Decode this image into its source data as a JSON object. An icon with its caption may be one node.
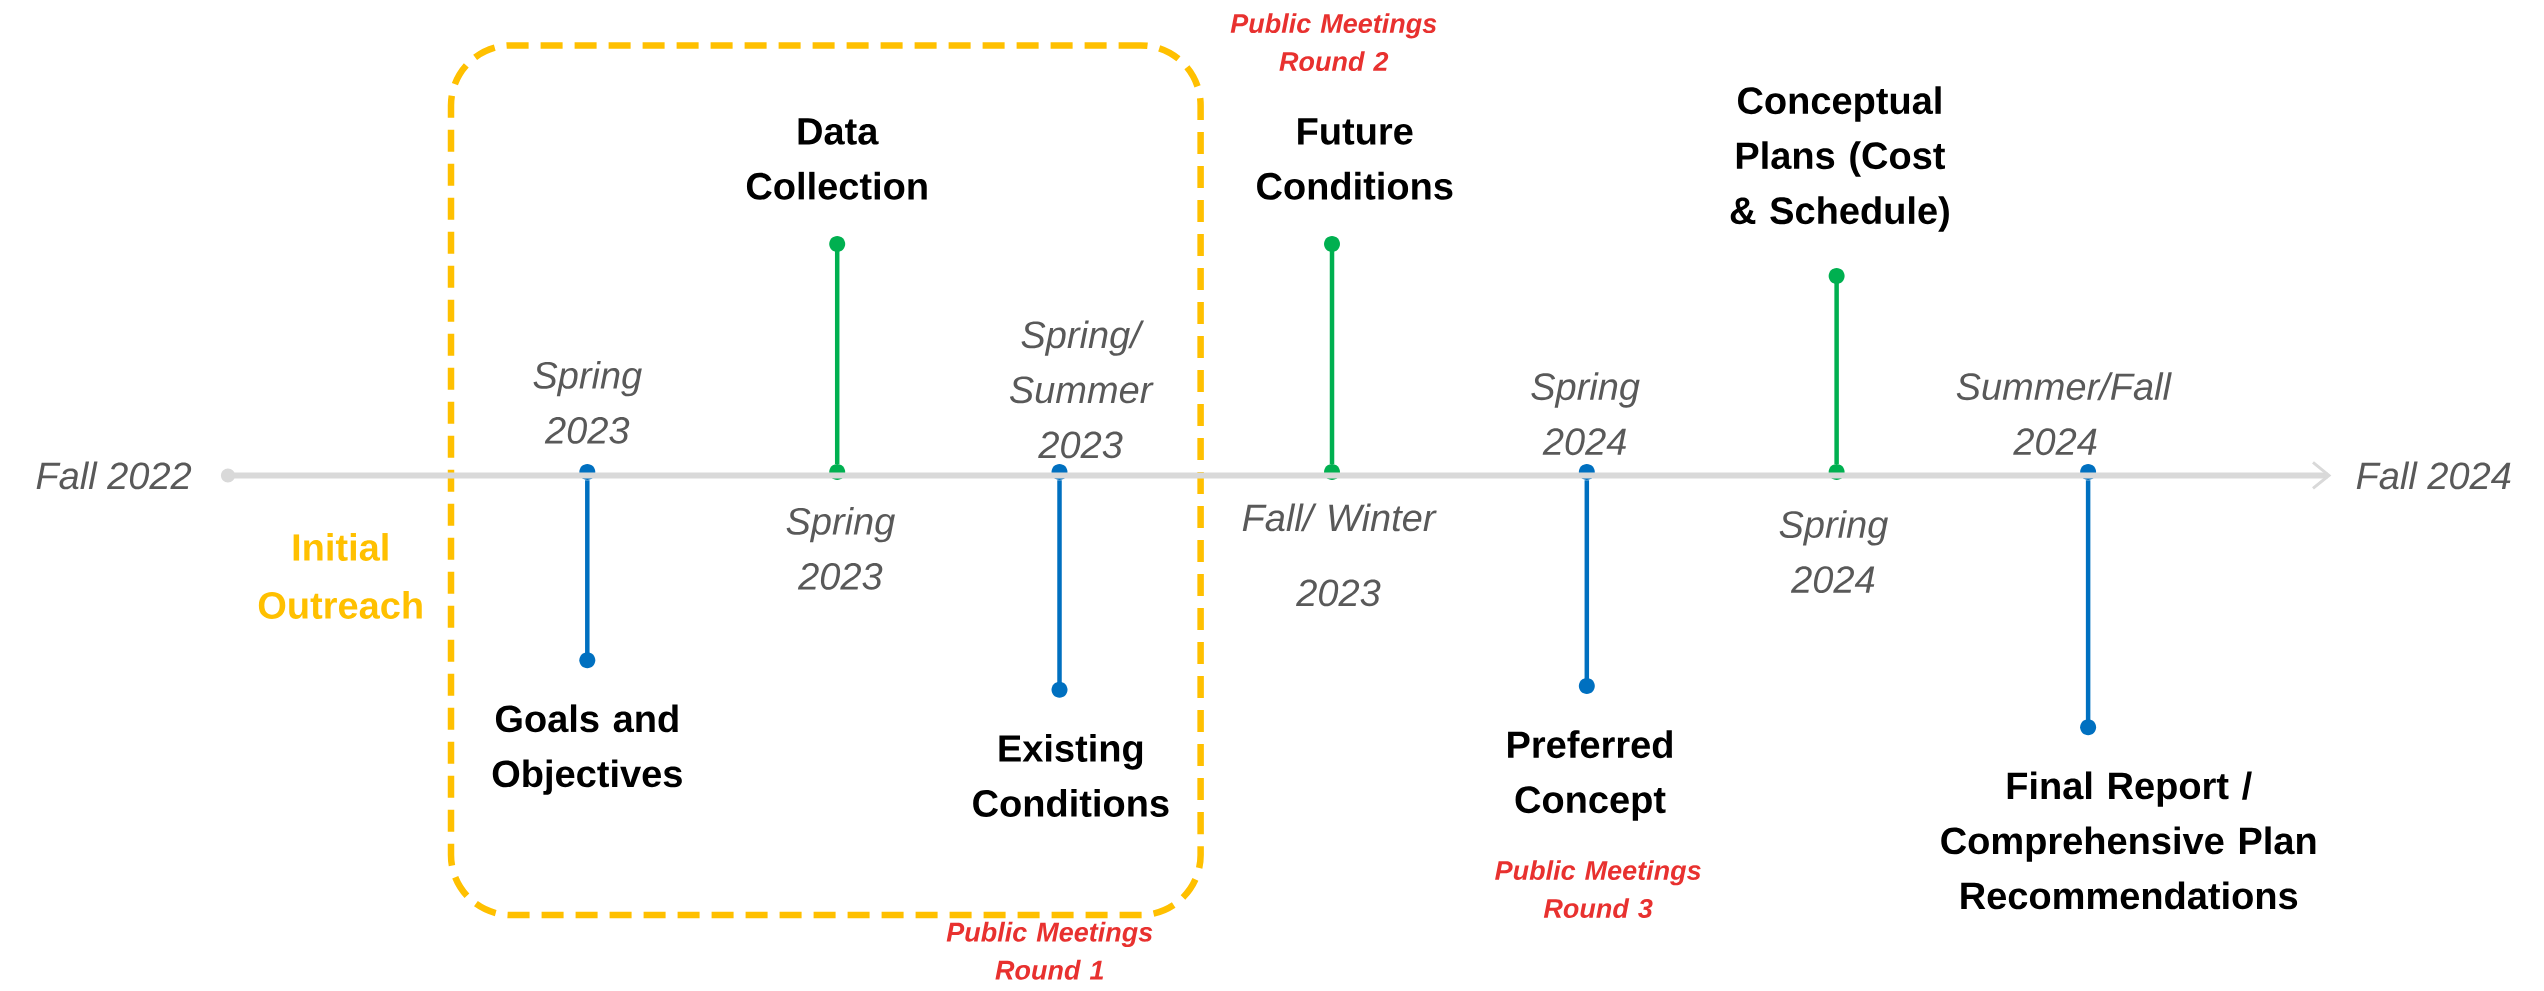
{
  "diagram": {
    "nodes": [
      {
        "text": [
          "Fall 2022"
        ]
      },
      {
        "text": [
          "Initial Outreach"
        ],
        "beside": [
          "Public Meetings Round 1"
        ]
      },
      {
        "text": [],
        "shape": "circle",
        "in": 1
      },
      {
        "text": [
          "Goals and Objectives"
        ],
        "beside": [
          "Spring 2023"
        ],
        "in": 1
      },
      {
        "text": [],
        "shape": "circle",
        "in": 1
      },
      {
        "text": [
          "Data Collection"
        ],
        "beside": [
          "Spring 2023"
        ],
        "in": 1
      },
      {
        "text": [],
        "shape": "circle",
        "in": 1
      },
      {
        "text": [
          "Existing Conditions"
        ],
        "beside": [
          "Spring/ Summer 2023"
        ],
        "in": 1
      },
      {
        "text": [],
        "shape": "circle"
      },
      {
        "text": [
          "Future Conditions"
        ],
        "beside": [
          "Fall/ Winter 2023",
          "Public Meetings Round 2"
        ]
      },
      {
        "text": [],
        "shape": "circle"
      },
      {
        "text": [
          "Preferred Concept"
        ],
        "beside": [
          "Spring 2024",
          "Public Meetings Round 3"
        ]
      },
      {
        "text": [],
        "shape": "circle"
      },
      {
        "text": [
          "Conceptual Plans (Cost & Schedule)"
        ],
        "beside": [
          "Spring 2024"
        ]
      },
      {
        "text": [],
        "shape": "circle"
      },
      {
        "text": [
          "Final Report / Comprehensive Plan Recommendations"
        ],
        "beside": [
          "Summer/Fall 2024"
        ]
      },
      {
        "text": [
          "Fall 2024"
        ]
      }
    ],
    "edges": [
      {
        "from": 0,
        "to": 16,
        "arrow": "to",
        "color": "#d9d9d9"
      },
      {
        "from": 2,
        "to": 3,
        "arrow": "other"
      },
      {
        "from": 4,
        "to": 5,
        "arrow": "other",
        "color": "#00b050"
      },
      {
        "from": 6,
        "to": 7,
        "arrow": "other"
      },
      {
        "from": 8,
        "to": 9,
        "arrow": "other",
        "color": "#00b050"
      },
      {
        "from": 10,
        "to": 11,
        "arrow": "other"
      },
      {
        "from": 12,
        "to": 13,
        "arrow": "other",
        "color": "#00b050"
      },
      {
        "from": 14,
        "to": 15,
        "arrow": "other"
      }
    ]
  }
}
